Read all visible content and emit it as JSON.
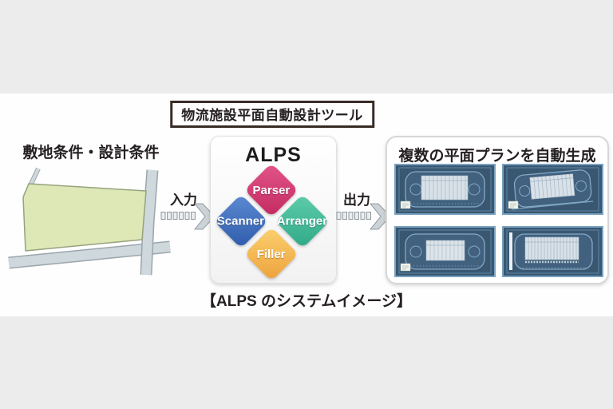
{
  "header": {
    "title": "物流施設平面自動設計ツール"
  },
  "input_section": {
    "heading": "敷地条件・設計条件",
    "illustration": "site-map-with-parcel-and-roads"
  },
  "flow_arrows": {
    "input": "入力",
    "output": "出力"
  },
  "alps_card": {
    "title": "ALPS",
    "modules": [
      {
        "name": "Parser",
        "position": "top",
        "color_from": "#e2558a",
        "color_to": "#c22a60"
      },
      {
        "name": "Scanner",
        "position": "left",
        "color_from": "#5d8ad2",
        "color_to": "#2f5cab"
      },
      {
        "name": "Arranger",
        "position": "right",
        "color_from": "#5fccab",
        "color_to": "#2fa987"
      },
      {
        "name": "Filler",
        "position": "bottom",
        "color_from": "#fbd06f",
        "color_to": "#eda23b"
      }
    ]
  },
  "output_section": {
    "heading": "複数の平面プランを自動生成",
    "thumbnails": [
      {
        "name": "floor-plan-blueprint-1"
      },
      {
        "name": "floor-plan-blueprint-2"
      },
      {
        "name": "floor-plan-blueprint-3"
      },
      {
        "name": "floor-plan-blueprint-4"
      }
    ]
  },
  "caption": {
    "text": "【ALPS のシステムイメージ】"
  },
  "colors": {
    "page_background": "#ececec",
    "canvas_background": "#fefefe",
    "text": "#262022",
    "title_box_border": "#382b26",
    "blueprint_background": "#395771",
    "blueprint_line": "#84a9c6",
    "site_parcel": "#dde8b6",
    "road_fill": "#cfd8dc",
    "arrow_gray": "#ccd3d7"
  }
}
